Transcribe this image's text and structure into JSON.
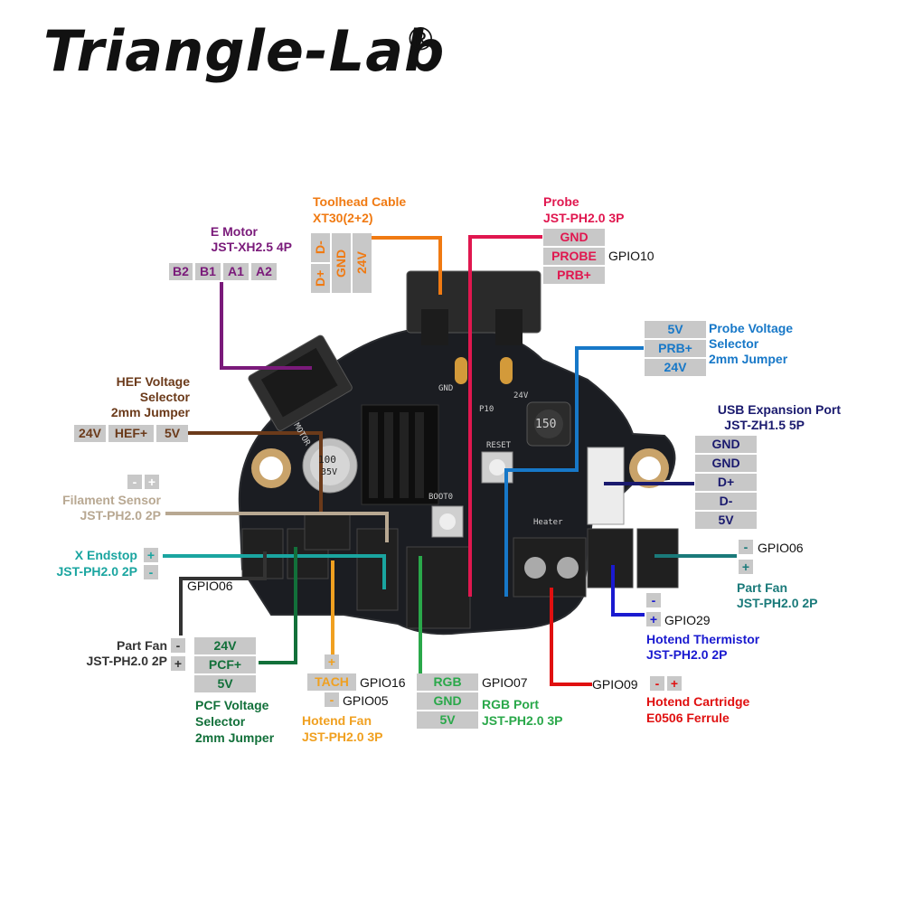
{
  "logo": {
    "text": "Triangle-Lab",
    "reg": "®"
  },
  "colors": {
    "e_motor": "#7a1a7a",
    "toolhead": "#f07a12",
    "probe": "#e0174f",
    "probe_sel": "#1778c8",
    "usb": "#1a1a6e",
    "hef": "#6b3a1a",
    "filament": "#b8a892",
    "xend": "#1aa5a0",
    "partfan_l": "#333333",
    "pcf": "#12703a",
    "hotend_fan": "#f0a020",
    "rgb": "#2aa84a",
    "cartridge": "#e01010",
    "thermistor": "#1a1ad0",
    "partfan_r": "#1a7a7a"
  },
  "e_motor": {
    "title": "E Motor",
    "type": "JST-XH2.5 4P",
    "pins": [
      "B2",
      "B1",
      "A1",
      "A2"
    ]
  },
  "toolhead": {
    "title": "Toolhead Cable",
    "type": "XT30(2+2)",
    "pins_top": [
      "D-",
      "GND",
      "24V"
    ],
    "pins_bottom": [
      "D+",
      "GND"
    ]
  },
  "probe": {
    "title": "Probe",
    "type": "JST-PH2.0 3P",
    "pins": [
      "GND",
      "PROBE",
      "PRB+"
    ],
    "gpio": "GPIO10"
  },
  "probe_sel": {
    "title_1": "Probe Voltage",
    "title_2": "Selector",
    "title_3": "2mm Jumper",
    "pins": [
      "5V",
      "PRB+",
      "24V"
    ]
  },
  "usb": {
    "title": "USB Expansion Port",
    "type": "JST-ZH1.5 5P",
    "pins": [
      "GND",
      "GND",
      "D+",
      "D-",
      "5V"
    ]
  },
  "hef": {
    "title_1": "HEF Voltage",
    "title_2": "Selector",
    "title_3": "2mm Jumper",
    "pins": [
      "24V",
      "HEF+",
      "5V"
    ]
  },
  "filament": {
    "title": "Filament Sensor",
    "type": "JST-PH2.0 2P",
    "minus": "-",
    "plus": "+"
  },
  "xend": {
    "title": "X Endstop",
    "type": "JST-PH2.0 2P",
    "plus": "+",
    "minus": "-",
    "gpio": "GPIO06"
  },
  "partfan_l": {
    "title": "Part Fan",
    "type": "JST-PH2.0 2P",
    "minus": "-",
    "plus": "+"
  },
  "pcf": {
    "title_1": "PCF Voltage",
    "title_2": "Selector",
    "title_3": "2mm Jumper",
    "pins": [
      "24V",
      "PCF+",
      "5V"
    ]
  },
  "hotend_fan": {
    "title": "Hotend Fan",
    "type": "JST-PH2.0 3P",
    "plus": "+",
    "tach": "TACH",
    "minus": "-",
    "gpio_tach": "GPIO16",
    "gpio_minus": "GPIO05"
  },
  "rgb": {
    "title": "RGB Port",
    "type": "JST-PH2.0 3P",
    "pins": [
      "RGB",
      "GND",
      "5V"
    ],
    "gpio": "GPIO07"
  },
  "cartridge": {
    "title": "Hotend Cartridge",
    "type": "E0506 Ferrule",
    "gpio": "GPIO09",
    "minus": "-",
    "plus": "+"
  },
  "thermistor": {
    "title": "Hotend Thermistor",
    "type": "JST-PH2.0 2P",
    "minus": "-",
    "plus": "+",
    "gpio": "GPIO29"
  },
  "partfan_r": {
    "title": "Part Fan",
    "type": "JST-PH2.0 2P",
    "minus": "-",
    "plus": "+",
    "gpio": "GPIO06"
  },
  "board": {
    "silk": [
      "MOTOR",
      "RESET",
      "BOOT0",
      "150",
      "100",
      "35V",
      "Heater",
      "GND",
      "24V",
      "P10"
    ]
  }
}
